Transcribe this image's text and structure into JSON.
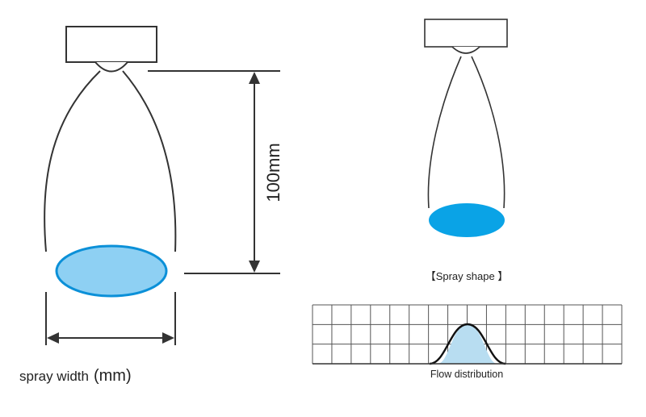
{
  "left_diagram": {
    "height_label": "100mm",
    "width_label": "spray width",
    "width_unit": "(mm)"
  },
  "right_diagram": {
    "shape_caption": "【Spray shape 】",
    "flow_caption": "Flow distribution"
  },
  "colors": {
    "spray_fill": "#0aa3e6",
    "spray_stroke": "#0b7fc4",
    "flow_fill": "#b8ddf1",
    "line": "#333333"
  }
}
